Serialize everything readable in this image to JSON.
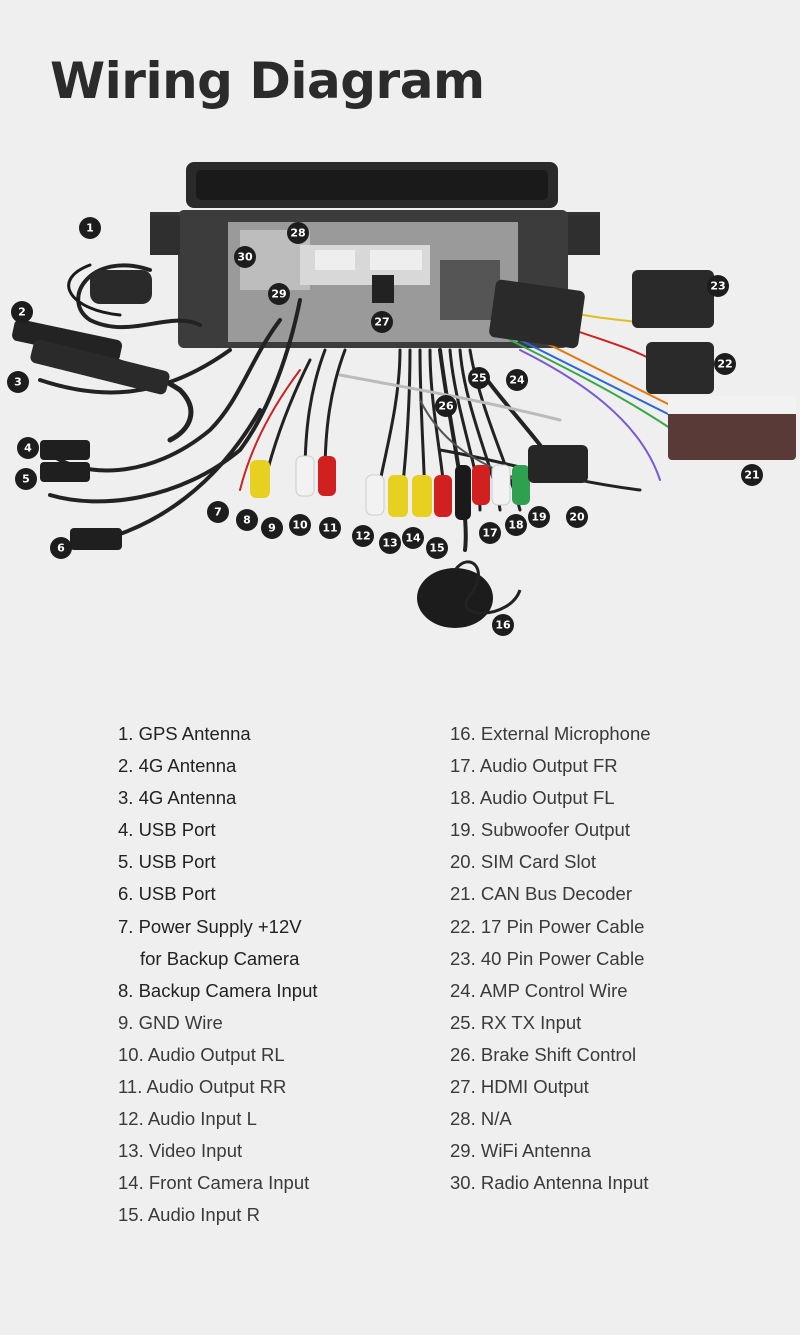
{
  "page": {
    "title": "Wiring Diagram"
  },
  "diagram": {
    "badges": [
      "1",
      "2",
      "3",
      "4",
      "5",
      "6",
      "7",
      "8",
      "9",
      "10",
      "11",
      "12",
      "13",
      "14",
      "15",
      "16",
      "17",
      "18",
      "19",
      "20",
      "21",
      "22",
      "23",
      "24",
      "25",
      "26",
      "27",
      "28",
      "29",
      "30"
    ]
  },
  "legend": {
    "left": [
      "1. GPS Antenna",
      "2. 4G Antenna",
      "3. 4G Antenna",
      "4. USB Port",
      "5. USB Port",
      "6. USB Port",
      "7. Power Supply +12V",
      "for Backup Camera",
      "8. Backup Camera Input",
      "9. GND Wire",
      "10. Audio Output RL",
      "11. Audio Output RR",
      "12. Audio Input L",
      "13. Video Input",
      "14. Front Camera Input",
      "15. Audio Input R"
    ],
    "right": [
      "16. External Microphone",
      "17. Audio Output FR",
      "18. Audio Output FL",
      "19. Subwoofer Output",
      "20. SIM Card Slot",
      "21. CAN Bus Decoder",
      "22. 17 Pin Power Cable",
      "23. 40 Pin Power Cable",
      "24. AMP Control Wire",
      "25. RX TX Input",
      "26. Brake Shift Control",
      "27. HDMI Output",
      "28. N/A",
      "29. WiFi Antenna",
      "30. Radio Antenna Input"
    ]
  }
}
